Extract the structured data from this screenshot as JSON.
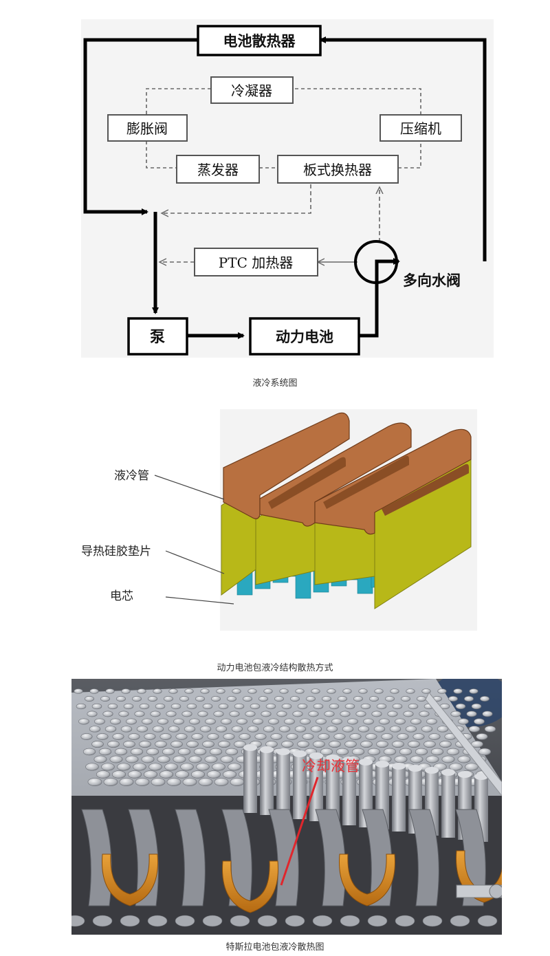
{
  "flow_diagram": {
    "boxes": {
      "radiator": "电池散热器",
      "condenser": "冷凝器",
      "expansion_valve": "膨胀阀",
      "compressor": "压缩机",
      "evaporator": "蒸发器",
      "plate_heat_exchanger": "板式换热器",
      "ptc_heater": "PTC 加热器",
      "pump": "泵",
      "power_battery": "动力电池"
    },
    "valve_label": "多向水阀",
    "caption": "液冷系统图"
  },
  "structure_figure": {
    "labels": {
      "cooling_tube": "液冷管",
      "thermal_pad": "导热硅胶垫片",
      "cell": "电芯"
    },
    "caption": "动力电池包液冷结构散热方式"
  },
  "photo_figure": {
    "label": "冷却液管",
    "caption": "特斯拉电池包液冷散热图"
  },
  "colors": {
    "tube": "#b87040",
    "pad": "#b8b818",
    "cell": "#2aa8bf",
    "photo_label": "#e8343a"
  }
}
